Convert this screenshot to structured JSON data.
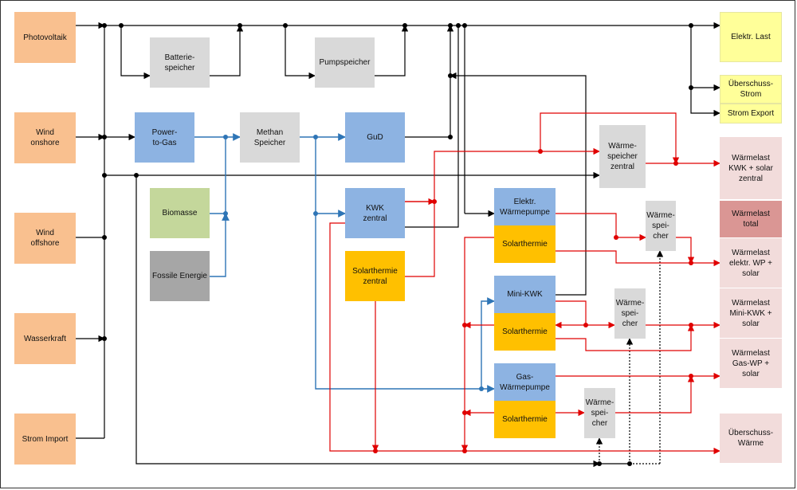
{
  "sources": {
    "photovoltaik": "Photovoltaik",
    "wind_onshore": "Wind\nonshore",
    "wind_offshore": "Wind\noffshore",
    "wasserkraft": "Wasserkraft",
    "strom_import": "Strom Import"
  },
  "storage": {
    "batterie": "Batterie-\nspeicher",
    "pumpspeicher": "Pumpspeicher",
    "methan": "Methan\nSpeicher"
  },
  "conversion": {
    "power_to_gas": "Power-\nto-Gas",
    "gud": "GuD",
    "kwk_zentral": "KWK\nzentral",
    "elektr_waermepumpe": "Elektr.\nWärmepumpe",
    "mini_kwk": "Mini-KWK",
    "gas_waermepumpe": "Gas-\nWärmepumpe"
  },
  "fuels": {
    "biomasse": "Biomasse",
    "fossile": "Fossile Energie"
  },
  "solar": {
    "solarthermie_zentral": "Solarthermie\nzentral",
    "solarthermie_1": "Solarthermie",
    "solarthermie_2": "Solarthermie",
    "solarthermie_3": "Solarthermie"
  },
  "heat_storage": {
    "zentral": "Wärme-\nspeicher\nzentral",
    "ws_1": "Wärme-\nspei-\ncher",
    "ws_2": "Wärme-\nspei-\ncher",
    "ws_3": "Wärme-\nspei-\ncher"
  },
  "outputs": {
    "elektr_last": "Elektr. Last",
    "ueberschuss_strom": "Überschuss-\nStrom",
    "strom_export": "Strom Export",
    "waermelast_kwk_solar": "Wärmelast\nKWK  + solar\nzentral",
    "waermelast_total": "Wärmelast\ntotal",
    "waermelast_wp_solar": "Wärmelast\nelektr. WP  +\nsolar",
    "waermelast_minikwk": "Wärmelast\nMini-KWK +\nsolar",
    "waermelast_gaswp": "Wärmelast\nGas-WP +\nsolar",
    "ueberschuss_waerme": "Überschuss-\nWärme"
  },
  "colors": {
    "electric": "#000000",
    "gas": "#2e75b6",
    "heat": "#e00000"
  }
}
